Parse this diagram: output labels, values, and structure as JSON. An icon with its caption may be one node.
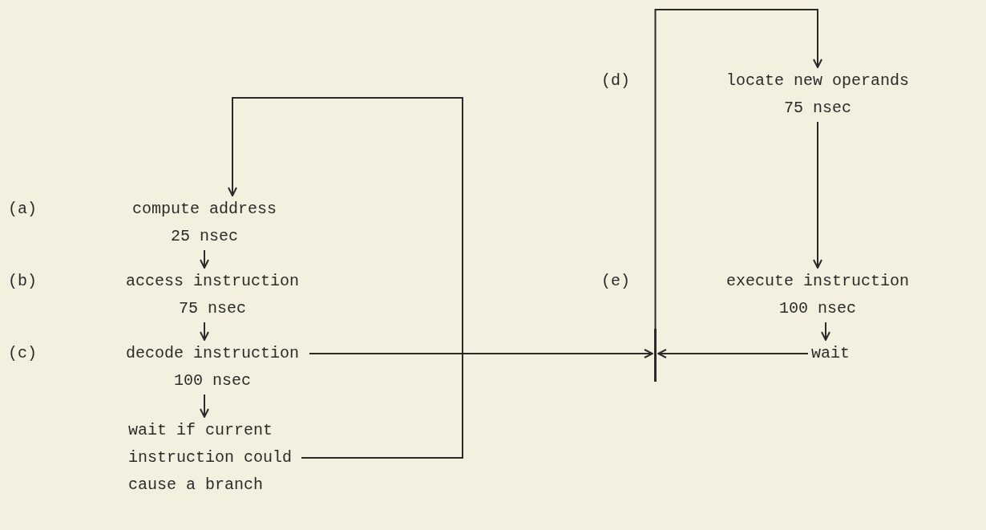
{
  "diagram": {
    "nodes": [
      {
        "text": [
          "compute address",
          "25 nsec"
        ]
      },
      {
        "text": [
          "access instruction",
          "75 nsec"
        ]
      },
      {
        "text": [
          "decode instruction",
          "100 nsec"
        ]
      },
      {
        "text": [
          "wait if current instruction could cause a branch"
        ]
      },
      {
        "text": [
          "locate new operands",
          "75 nsec"
        ]
      },
      {
        "text": [
          "execute instruction",
          "100 nsec"
        ]
      },
      {
        "text": [
          "wait"
        ]
      },
      {
        "text": [],
        "shape": "bar"
      }
    ],
    "edges": [
      {
        "from": 0,
        "to": 1,
        "arrow": "to"
      },
      {
        "from": 1,
        "to": 2,
        "arrow": "to"
      },
      {
        "from": 2,
        "to": 3,
        "arrow": "to"
      },
      {
        "from": 3,
        "to": 0,
        "arrow": "to"
      },
      {
        "from": 2,
        "to": 7,
        "arrow": "to"
      },
      {
        "from": 6,
        "to": 7,
        "arrow": "to"
      },
      {
        "from": 5,
        "to": 6,
        "arrow": "to"
      },
      {
        "from": 7,
        "to": 4,
        "arrow": "to"
      },
      {
        "from": 4,
        "to": 5,
        "arrow": "to"
      }
    ],
    "labels": [
      "(d)",
      "(a)",
      "(b)",
      "(e)",
      "(c)"
    ]
  }
}
